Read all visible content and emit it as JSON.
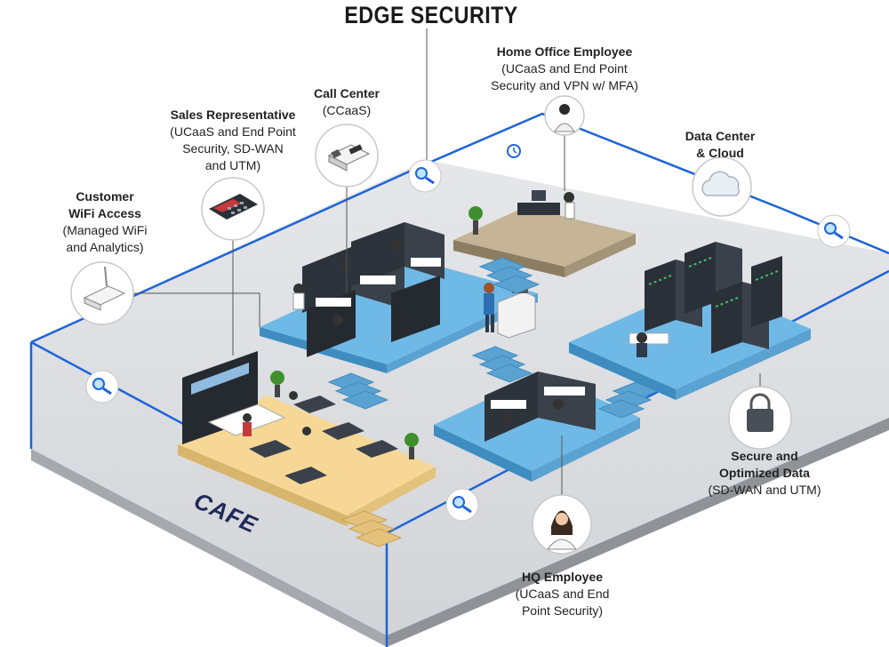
{
  "title": "EDGE SECURITY",
  "floor_label": "CAFE",
  "colors": {
    "outline": "#1e63d8",
    "floor": "#d9dadd",
    "floor_side": "#9ea1a6",
    "office_floor": "#6fb9e6",
    "cafe_floor": "#f6d796",
    "home_floor": "#c9b99b",
    "dark": "#2d333b"
  },
  "labels": {
    "customer_wifi": {
      "head1": "Customer",
      "head2": "WiFi Access",
      "sub1": "(Managed WiFi",
      "sub2": "and Analytics)",
      "icon": "wifi-router-icon"
    },
    "sales_rep": {
      "head": "Sales Representative",
      "sub1": "(UCaaS and End Point",
      "sub2": "Security, SD-WAN",
      "sub3": "and UTM)",
      "icon": "card-terminal-icon"
    },
    "call_center": {
      "head": "Call Center",
      "sub1": "(CCaaS)",
      "icon": "desk-phone-icon"
    },
    "home_office": {
      "head": "Home Office Employee",
      "sub1": "(UCaaS and End Point",
      "sub2": "Security and VPN w/ MFA)",
      "icon": "employee-avatar-icon"
    },
    "data_center": {
      "head1": "Data Center",
      "head2": "& Cloud",
      "icon": "cloud-icon"
    },
    "secure_data": {
      "head1": "Secure and",
      "head2": "Optimized Data",
      "sub1": "(SD-WAN and UTM)",
      "icon": "padlock-icon"
    },
    "hq_employee": {
      "head": "HQ Employee",
      "sub1": "(UCaaS and End",
      "sub2": "Point Security)",
      "icon": "woman-avatar-icon"
    }
  },
  "magnifier_icons": [
    "search-icon",
    "search-icon",
    "search-icon",
    "search-icon",
    "search-icon"
  ]
}
